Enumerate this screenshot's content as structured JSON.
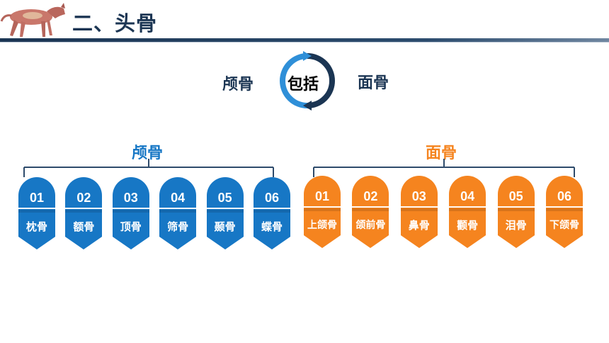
{
  "header": {
    "title": "二、头骨"
  },
  "overview": {
    "left": "颅骨",
    "center": "包括",
    "right": "面骨"
  },
  "cranial": {
    "title": "颅骨",
    "color": "#1777c5",
    "items": [
      {
        "num": "01",
        "name": "枕骨"
      },
      {
        "num": "02",
        "name": "额骨"
      },
      {
        "num": "03",
        "name": "顶骨"
      },
      {
        "num": "04",
        "name": "筛骨"
      },
      {
        "num": "05",
        "name": "颞骨"
      },
      {
        "num": "06",
        "name": "蝶骨"
      }
    ]
  },
  "facial": {
    "title": "面骨",
    "color": "#f5841f",
    "items": [
      {
        "num": "01",
        "name": "上颌骨"
      },
      {
        "num": "02",
        "name": "颌前骨"
      },
      {
        "num": "03",
        "name": "鼻骨"
      },
      {
        "num": "04",
        "name": "颧骨"
      },
      {
        "num": "05",
        "name": "泪骨"
      },
      {
        "num": "06",
        "name": "下颌骨"
      }
    ]
  }
}
